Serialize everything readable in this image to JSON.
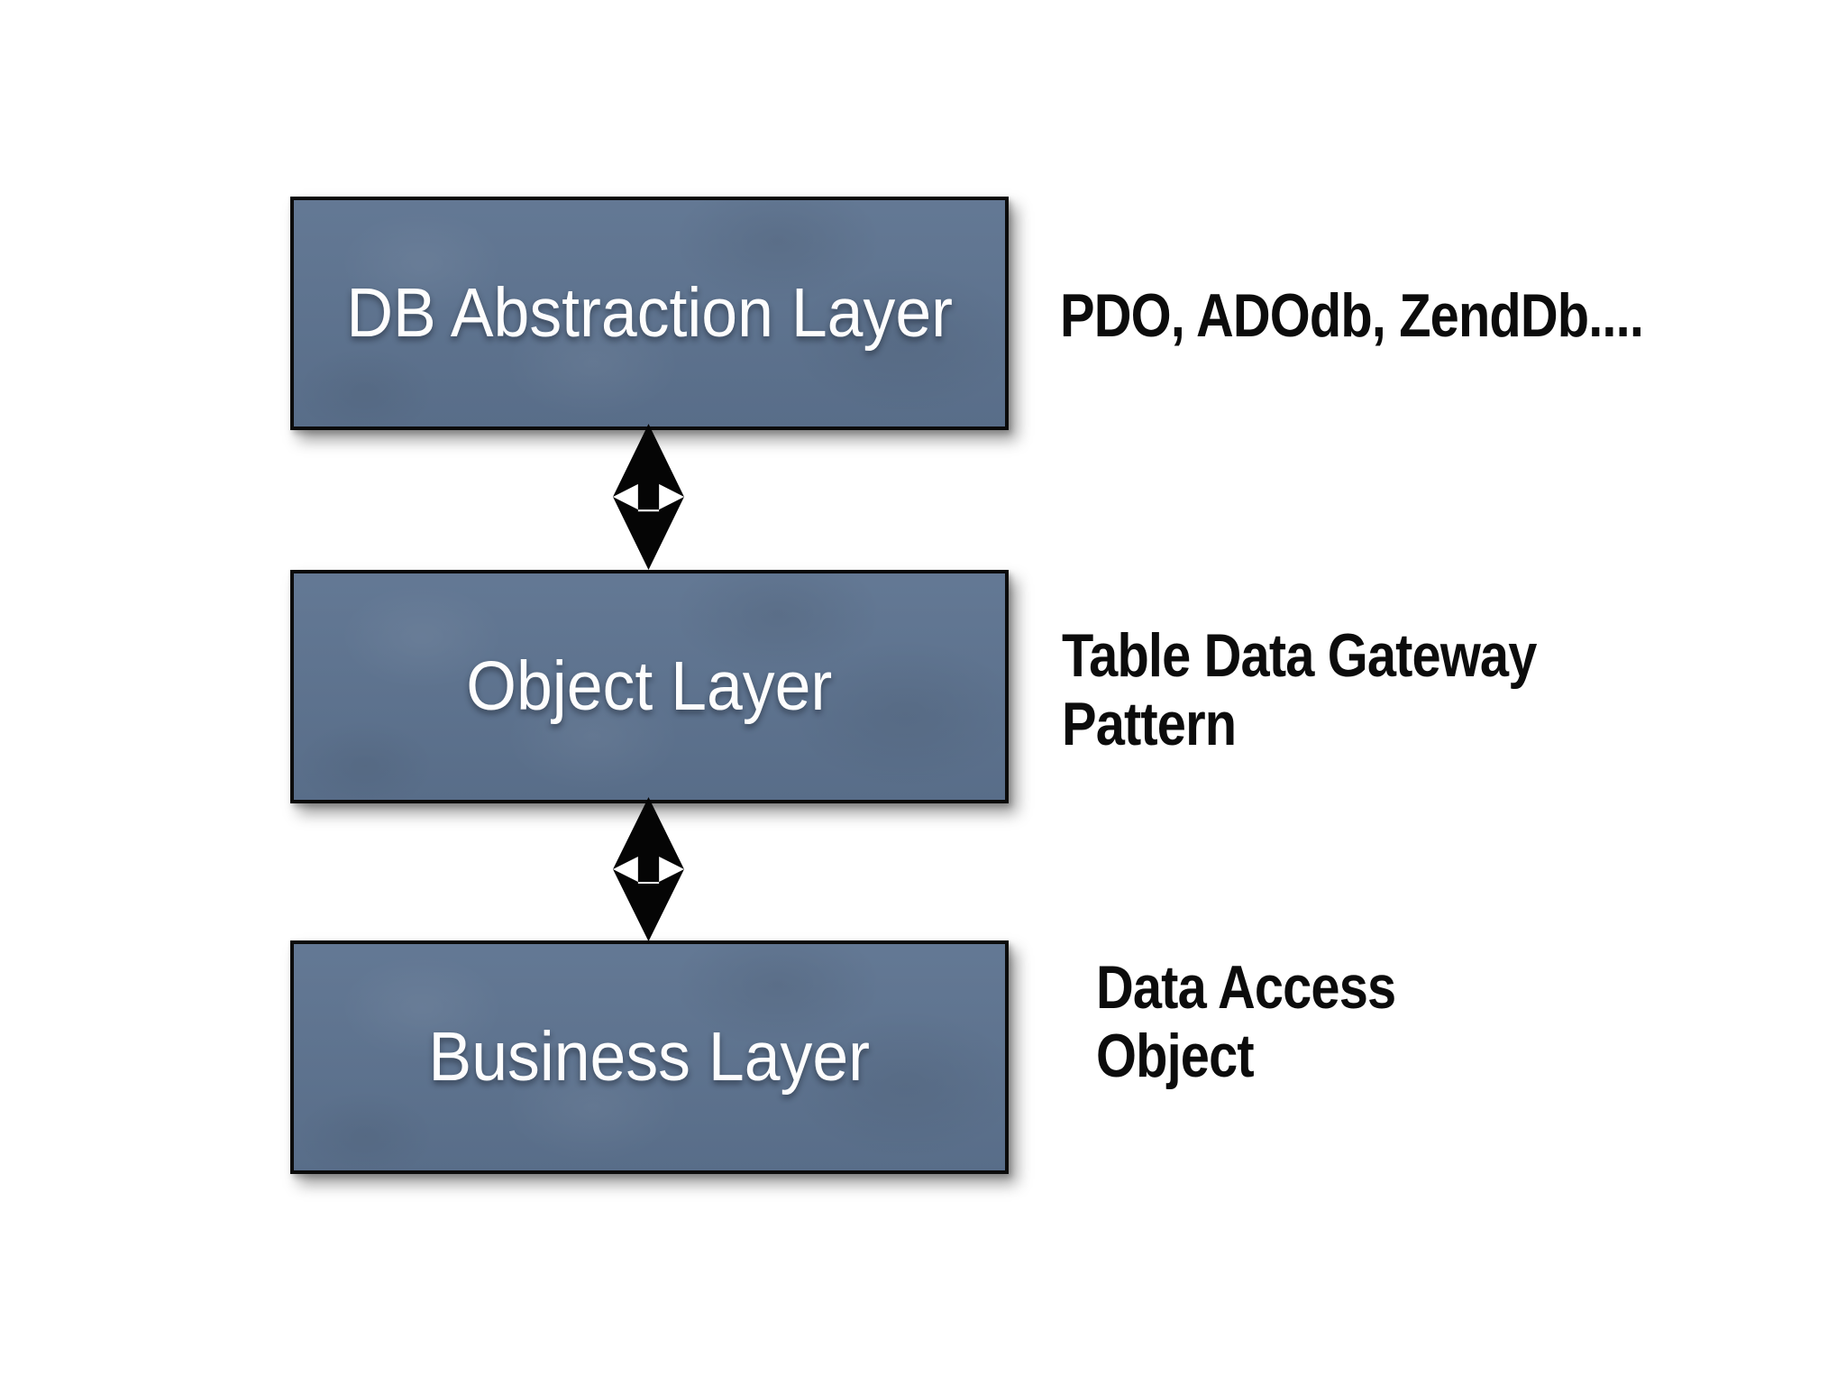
{
  "layers": [
    {
      "box_label": "DB Abstraction Layer",
      "annotation_lines": [
        "PDO, ADOdb, ZendDb...."
      ]
    },
    {
      "box_label": "Object Layer",
      "annotation_lines": [
        "Table Data Gateway",
        "Pattern"
      ]
    },
    {
      "box_label": "Business Layer",
      "annotation_lines": [
        "Data Access",
        "Object"
      ]
    }
  ],
  "icons": {
    "connector": "double-headed-vertical-arrow"
  },
  "colors": {
    "background": "#ffffff",
    "box_fill": "#5d7390",
    "box_border": "#0b0b0b",
    "box_text": "#ffffff",
    "annotation_text": "#0c0c0c",
    "arrow": "#050505"
  }
}
